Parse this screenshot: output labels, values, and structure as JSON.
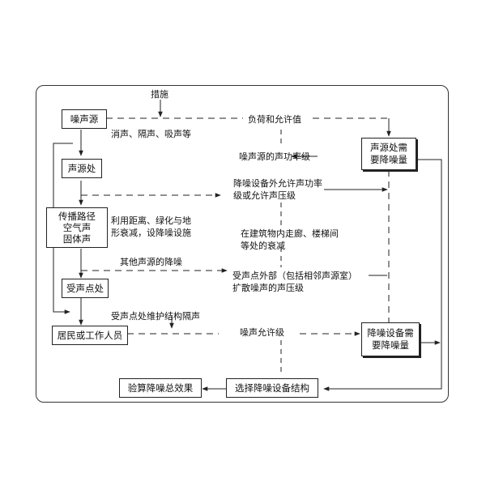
{
  "boxes": {
    "noise_source": "噪声源",
    "at_source": "声源处",
    "propagation_path": "传播路径\n空气声\n固体声",
    "receiver": "受声点处",
    "residents": "居民或工作人员",
    "source_reduction_needed": "声源处需\n要降噪量",
    "device_reduction_needed": "降噪设备需\n要降噪量",
    "verify_total": "验算降噪总效果",
    "select_structure": "选择降噪设备结构"
  },
  "labels": {
    "measures": "措施",
    "muffling": "消声、隔声、吸声等",
    "distance_attenuation": "利用距离、绿化与地\n形衰减，设降噪设施",
    "other_sources": "其他声源的降噪",
    "receiver_protection": "受声点处维护结构隔声",
    "load_allowed": "负荷和允许值",
    "sound_power": "噪声源的声功率级",
    "allowed_power": "降噪设备外允许声功率\n级或允许声压级",
    "corridor_attenuation": "在建筑物内走廊、楼梯间\n等处的衰减",
    "receiver_outside": "受声点外部（包括相邻声源室）\n扩散噪声的声压级",
    "noise_allowed": "噪声允许级"
  }
}
